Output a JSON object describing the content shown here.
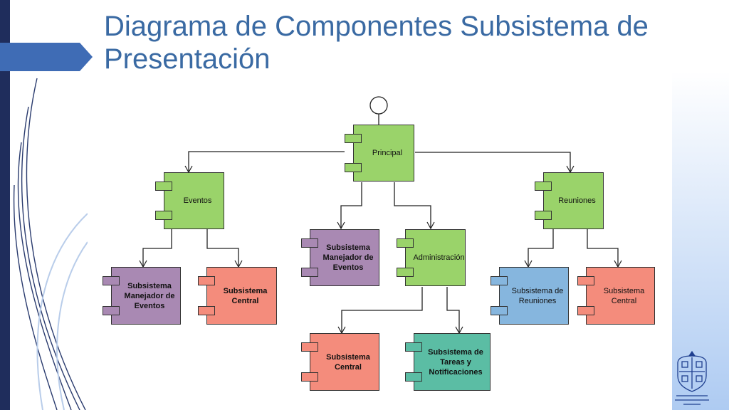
{
  "slide": {
    "title": "Diagrama de Componentes Subsistema de Presentación"
  },
  "diagram": {
    "nodes": {
      "principal": "Principal",
      "eventos": "Eventos",
      "reuniones": "Reuniones",
      "sub_manejador_mid": "Subsistema Manejador de Eventos",
      "administracion": "Administración",
      "sub_manejador_left": "Subsistema Manejador de Eventos",
      "sub_central_left": "Subsistema Central",
      "sub_reuniones": "Subsistema de Reuniones",
      "sub_central_right": "Subsistema Central",
      "sub_central_bottom": "Subsistema Central",
      "sub_tareas": "Subsistema de Tareas y Notificaciones"
    }
  },
  "colors": {
    "title": "#3a6aa3",
    "green": "#9ad36a",
    "purple": "#a989b3",
    "salmon": "#f48c7c",
    "blue": "#86b6de",
    "teal": "#5bbda4",
    "accent_bar": "#2f4a8c"
  },
  "logo": {
    "icon": "university-crest-icon"
  }
}
